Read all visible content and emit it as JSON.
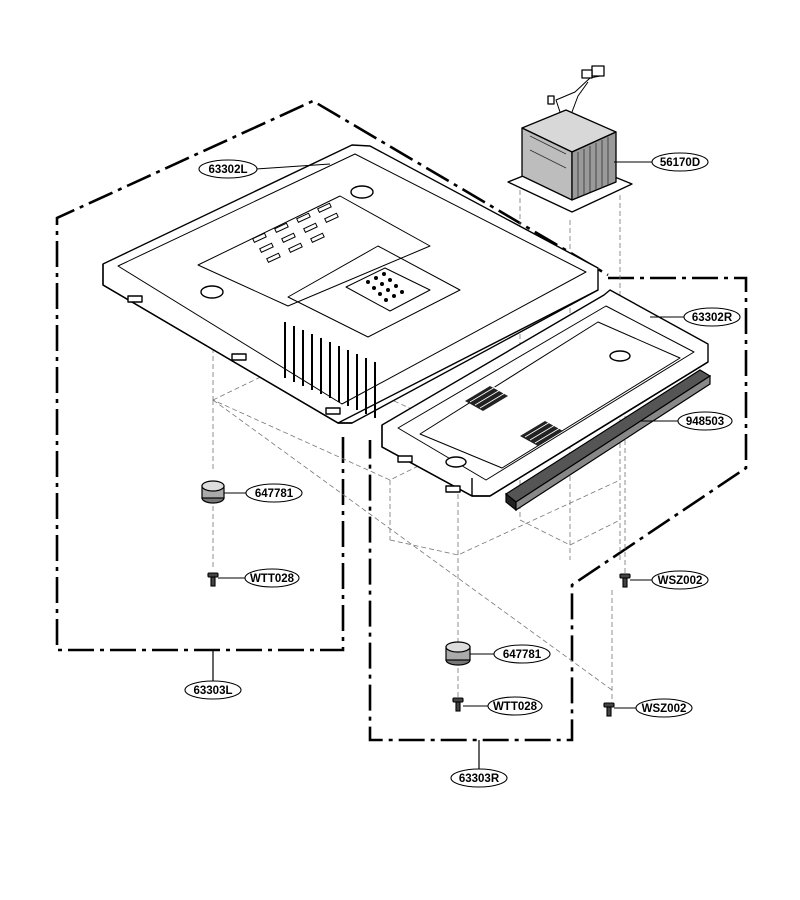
{
  "diagram": {
    "callouts": {
      "c63302L": "63302L",
      "c56170D": "56170D",
      "c63302R": "63302R",
      "c948503": "948503",
      "c647781a": "647781",
      "cWTT028a": "WTT028",
      "cWSZ002a": "WSZ002",
      "c647781b": "647781",
      "cWTT028b": "WTT028",
      "cWSZ002b": "WSZ002",
      "c63303L": "63303L",
      "c63303R": "63303R"
    }
  }
}
